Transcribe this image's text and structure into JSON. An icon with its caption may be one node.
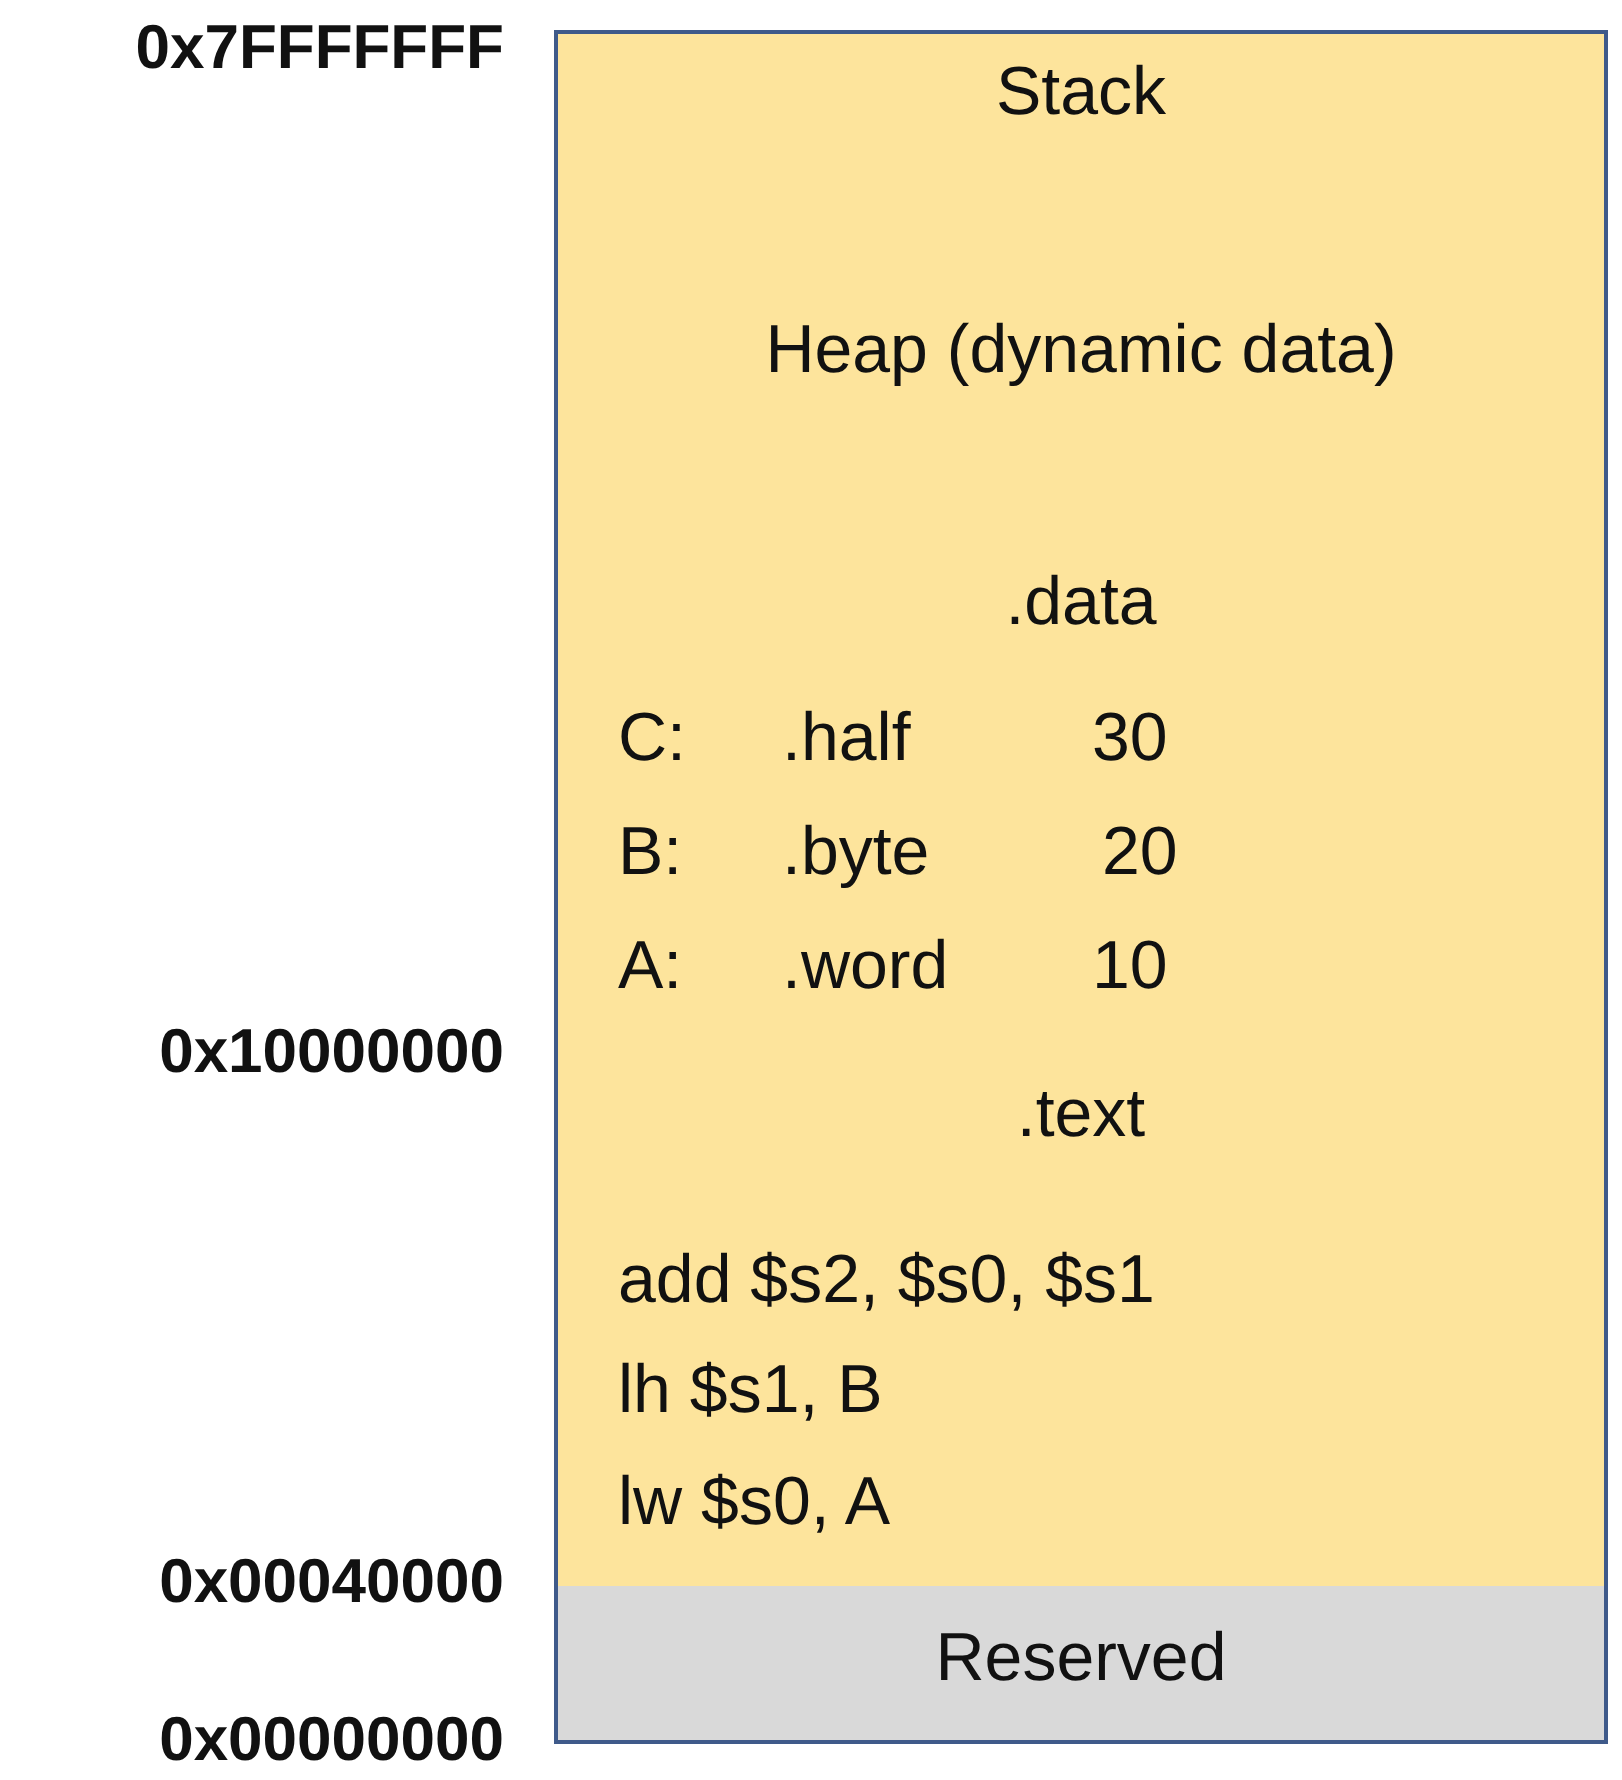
{
  "diagram": {
    "nodes": [
      {
        "text": [
          "Stack",
          "Heap (dynamic data)"
        ]
      },
      {
        "text": [
          ".data",
          "C: .half 30",
          "B: .byte 20",
          "A: .word 10"
        ]
      },
      {
        "text": [
          ".text",
          "add $s2, $s0, $s1",
          "lh $s1, B",
          "lw $s0, A"
        ]
      },
      {
        "text": [
          "Reserved"
        ]
      }
    ],
    "edges": [],
    "labels": [
      "0x7FFFFFFF",
      "0x10000000",
      "0x00040000",
      "0x00000000"
    ]
  }
}
